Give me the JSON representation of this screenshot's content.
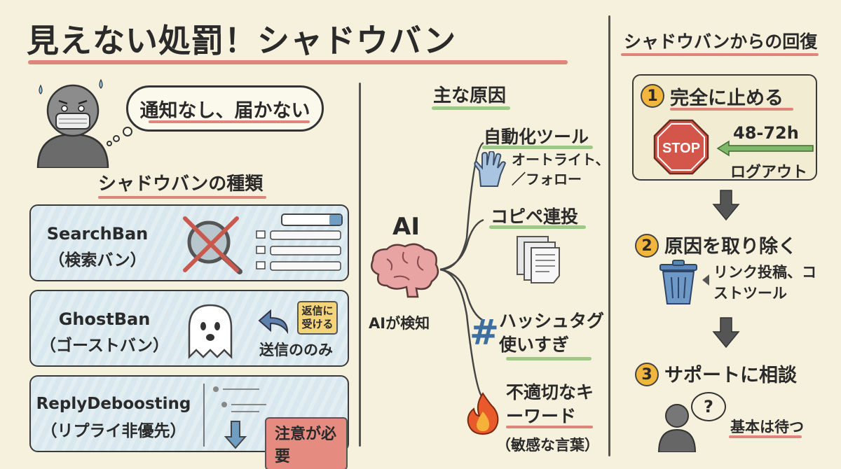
{
  "title": "見えない処罰！シャドウバン",
  "thought_bubble": "通知なし、届かない",
  "types": {
    "heading": "シャドウバンの種類",
    "items": [
      {
        "name": "SearchBan",
        "sub": "（検索バン）"
      },
      {
        "name": "GhostBan",
        "sub": "（ゴーストバン）",
        "tag": "返信に受ける",
        "note": "送信ののみ"
      },
      {
        "name": "ReplyDeboosting",
        "sub": "（リプライ非優先）",
        "note": "注意が必要"
      }
    ]
  },
  "causes": {
    "heading": "主な原因",
    "ai_label": "AI",
    "ai_caption": "AIが検知",
    "items": [
      {
        "label": "自動化ツール",
        "detail": "オートライト、／フォロー"
      },
      {
        "label": "コピペ連投"
      },
      {
        "label": "ハッシュタグ使いすぎ"
      },
      {
        "label": "不適切なキーワード",
        "detail": "（敏感な言葉）"
      }
    ]
  },
  "recovery": {
    "heading": "シャドウバンからの回復",
    "steps": [
      {
        "num": "1",
        "label": "完全に止める",
        "stop_sign": "STOP",
        "time": "48-72h",
        "detail": "ログアウト"
      },
      {
        "num": "2",
        "label": "原因を取り除く",
        "detail": "リンク投稿、コストツール"
      },
      {
        "num": "3",
        "label": "サポートに相談",
        "question": "?",
        "detail": "基本は待つ"
      }
    ]
  },
  "colors": {
    "background": "#f6f1dc",
    "card_blue": "#d9e8ee",
    "accent_red": "#d9736a",
    "accent_green": "#93c47d",
    "number_orange": "#f2b63e",
    "tag_yellow": "#f4d37a"
  }
}
